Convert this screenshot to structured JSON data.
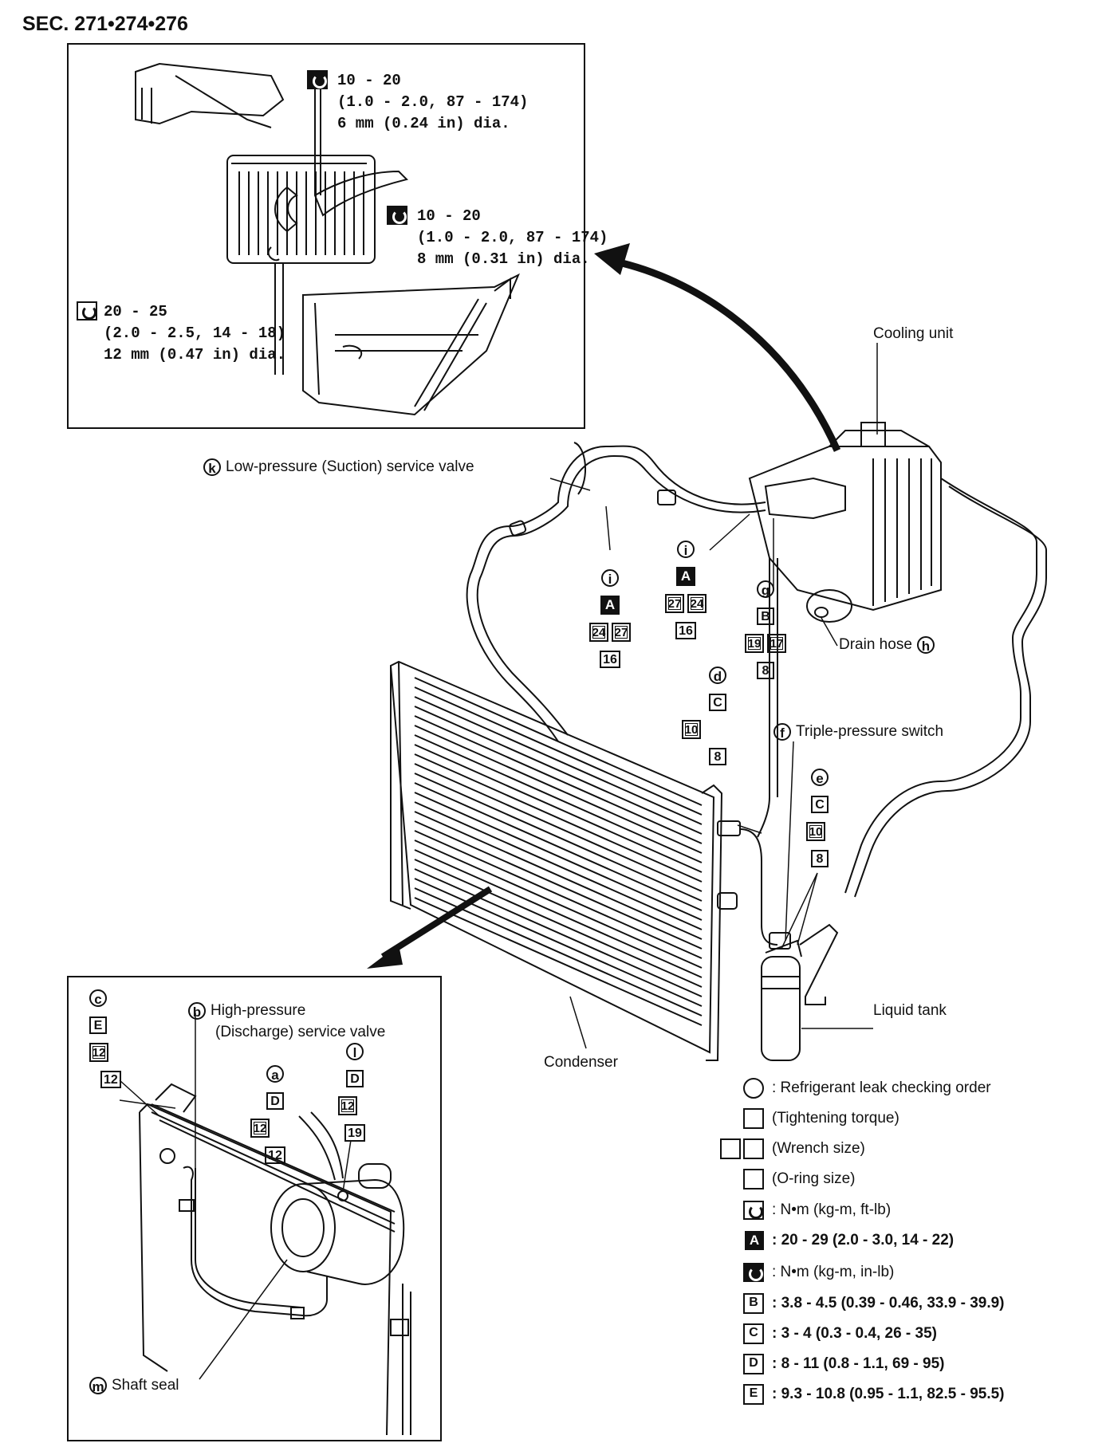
{
  "section": "SEC. 271•274•276",
  "top_inset": {
    "callouts": [
      {
        "torque": "10 - 20",
        "conv": "(1.0 - 2.0, 87 - 174)",
        "dia": "6 mm (0.24 in) dia.",
        "icon": "wrench-solid-icon"
      },
      {
        "torque": "10 - 20",
        "conv": "(1.0 - 2.0, 87 - 174)",
        "dia": "8 mm (0.31 in) dia.",
        "icon": "wrench-solid-icon"
      },
      {
        "torque": "20 - 25",
        "conv": "(2.0 - 2.5, 14 - 18)",
        "dia": "12 mm (0.47 in) dia.",
        "icon": "wrench-outline-icon"
      }
    ]
  },
  "labels": {
    "cooling_unit": "Cooling unit",
    "low_pressure": "Low-pressure (Suction) service valve",
    "low_pressure_letter": "k",
    "drain_hose": "Drain hose",
    "drain_hose_letter": "h",
    "triple_switch": "Triple-pressure switch",
    "triple_switch_letter": "f",
    "liquid_tank": "Liquid tank",
    "condenser": "Condenser",
    "high_pressure_1": "High-pressure",
    "high_pressure_2": "(Discharge) service valve",
    "high_pressure_letter": "b",
    "shaft_seal": "Shaft seal",
    "shaft_seal_letter": "m"
  },
  "stacks": {
    "i_left": {
      "letter": "i",
      "torque": "A",
      "wrench": [
        "24",
        "27"
      ],
      "oring": "16"
    },
    "i_mid": {
      "letter": "i",
      "torque": "A",
      "wrench": [
        "27",
        "24"
      ],
      "oring": "16"
    },
    "g": {
      "letter": "g",
      "torque": "B",
      "wrench": [
        "19",
        "17"
      ],
      "oring": "8"
    },
    "d": {
      "letter": "d",
      "torque": "C",
      "wrench": [
        "10"
      ],
      "oring": "8"
    },
    "e": {
      "letter": "e",
      "torque": "C",
      "wrench": [
        "10"
      ],
      "oring": "8"
    },
    "c": {
      "letter": "c",
      "torque": "E",
      "wrench": [
        "12"
      ],
      "oring": "12"
    },
    "a": {
      "letter": "a",
      "torque": "D",
      "wrench": [
        "12"
      ],
      "oring": "12"
    },
    "l": {
      "letter": "l",
      "torque": "D",
      "wrench": [
        "12"
      ],
      "oring": "19"
    }
  },
  "legend": [
    {
      "key": "circle",
      "text": ": Refrigerant leak checking order"
    },
    {
      "key": "box",
      "text": "(Tightening torque)"
    },
    {
      "key": "double-box",
      "text": "(Wrench size)"
    },
    {
      "key": "box",
      "text": "(O-ring size)"
    },
    {
      "key": "wrench-outline-icon",
      "text": ": N•m (kg-m, ft-lb)"
    },
    {
      "key": "A",
      "text": ": 20 - 29 (2.0 - 3.0, 14 - 22)"
    },
    {
      "key": "wrench-solid-icon",
      "text": ": N•m (kg-m, in-lb)"
    },
    {
      "key": "B",
      "text": ": 3.8 - 4.5 (0.39 - 0.46, 33.9 - 39.9)"
    },
    {
      "key": "C",
      "text": ": 3 - 4 (0.3 - 0.4, 26 - 35)"
    },
    {
      "key": "D",
      "text": ": 8 - 11 (0.8 - 1.1, 69 - 95)"
    },
    {
      "key": "E",
      "text": ": 9.3 - 10.8 (0.95 - 1.1, 82.5 - 95.5)"
    }
  ]
}
